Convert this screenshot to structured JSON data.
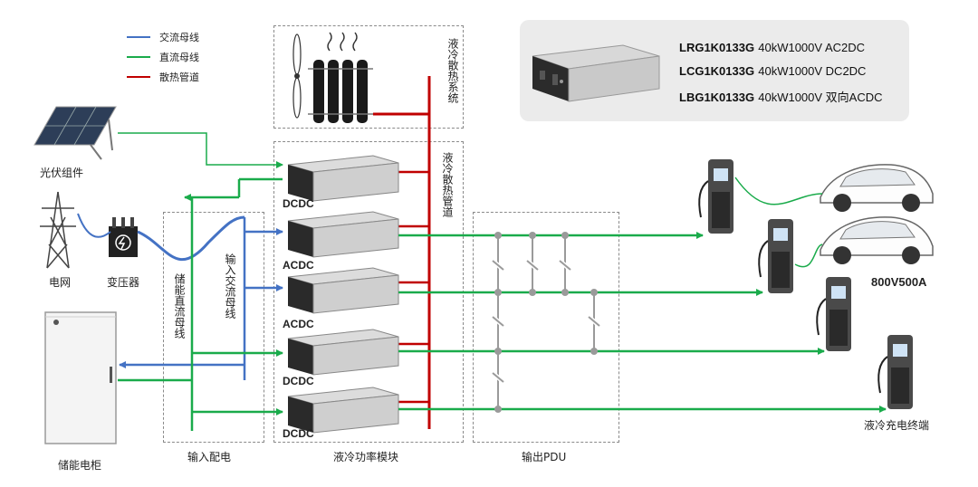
{
  "legend": {
    "ac_bus": "交流母线",
    "dc_bus": "直流母线",
    "cooling_pipe": "散热管道"
  },
  "colors": {
    "ac_bus": "#4472c4",
    "dc_bus": "#1aab4b",
    "cooling_pipe": "#c00000",
    "switch_line": "#9a9a9a",
    "dashed_box": "#8a8a8a",
    "card_bg": "#ebebeb"
  },
  "products": [
    {
      "model": "LRG1K0133G",
      "spec": "40kW1000V AC2DC"
    },
    {
      "model": "LCG1K0133G",
      "spec": "40kW1000V DC2DC"
    },
    {
      "model": "LBG1K0133G",
      "spec": "40kW1000V 双向ACDC"
    }
  ],
  "sources": {
    "pv": "光伏组件",
    "grid": "电网",
    "transformer": "变压器",
    "storage": "储能电柜"
  },
  "sections": {
    "input_distribution": "输入配电",
    "power_modules": "液冷功率模块",
    "output_pdu": "输出PDU",
    "terminals": "液冷充电终端",
    "cooling_system": "液冷散热系统",
    "cooling_pipe": "液冷散热管道",
    "storage_dc_bus": "储能直流母线",
    "input_ac_bus": "输入交流母线"
  },
  "modules": [
    "DCDC",
    "ACDC",
    "ACDC",
    "DCDC",
    "DCDC"
  ],
  "charger_spec": "800V500A"
}
